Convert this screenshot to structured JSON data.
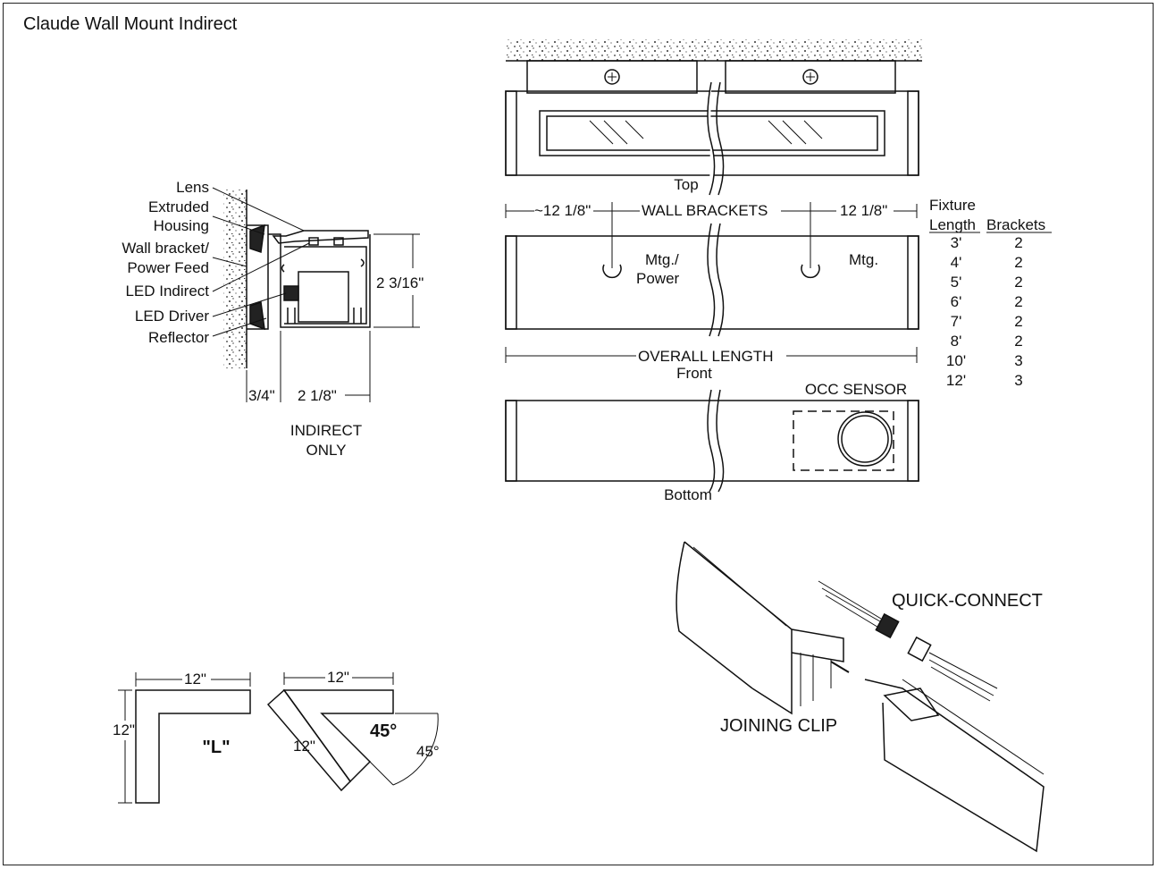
{
  "title": "Claude Wall Mount Indirect",
  "section": {
    "callouts": [
      "Lens",
      "Extruded",
      "Housing",
      "Wall bracket/",
      "Power Feed",
      "LED Indirect",
      "LED Driver",
      "Reflector"
    ],
    "height_dim": "2 3/16\"",
    "wall_offset_dim": "3/4\"",
    "depth_dim": "2 1/8\"",
    "caption_line1": "INDIRECT",
    "caption_line2": "ONLY"
  },
  "views": {
    "top_label": "Top",
    "front_label": "Front",
    "bottom_label": "Bottom",
    "left_bracket_dim": "~12 1/8\"",
    "wall_brackets": "WALL BRACKETS",
    "right_bracket_dim": "12 1/8\"",
    "mtg_power_1": "Mtg./",
    "mtg_power_2": "Power",
    "mtg": "Mtg.",
    "overall_length": "OVERALL LENGTH",
    "occ_sensor": "OCC SENSOR"
  },
  "bracket_table": {
    "header_top": "Fixture",
    "col1": "Length",
    "col2": "Brackets",
    "rows": [
      [
        "3'",
        "2"
      ],
      [
        "4'",
        "2"
      ],
      [
        "5'",
        "2"
      ],
      [
        "6'",
        "2"
      ],
      [
        "7'",
        "2"
      ],
      [
        "8'",
        "2"
      ],
      [
        "10'",
        "3"
      ],
      [
        "12'",
        "3"
      ]
    ]
  },
  "corners": {
    "l_top_dim": "12\"",
    "l_side_dim": "12\"",
    "l_label": "\"L\"",
    "a_top_dim": "12\"",
    "a_side_dim": "12\"",
    "a_angle_label": "45°",
    "a_arc_label": "45°"
  },
  "iso": {
    "quick_connect": "QUICK-CONNECT",
    "joining_clip": "JOINING CLIP"
  }
}
